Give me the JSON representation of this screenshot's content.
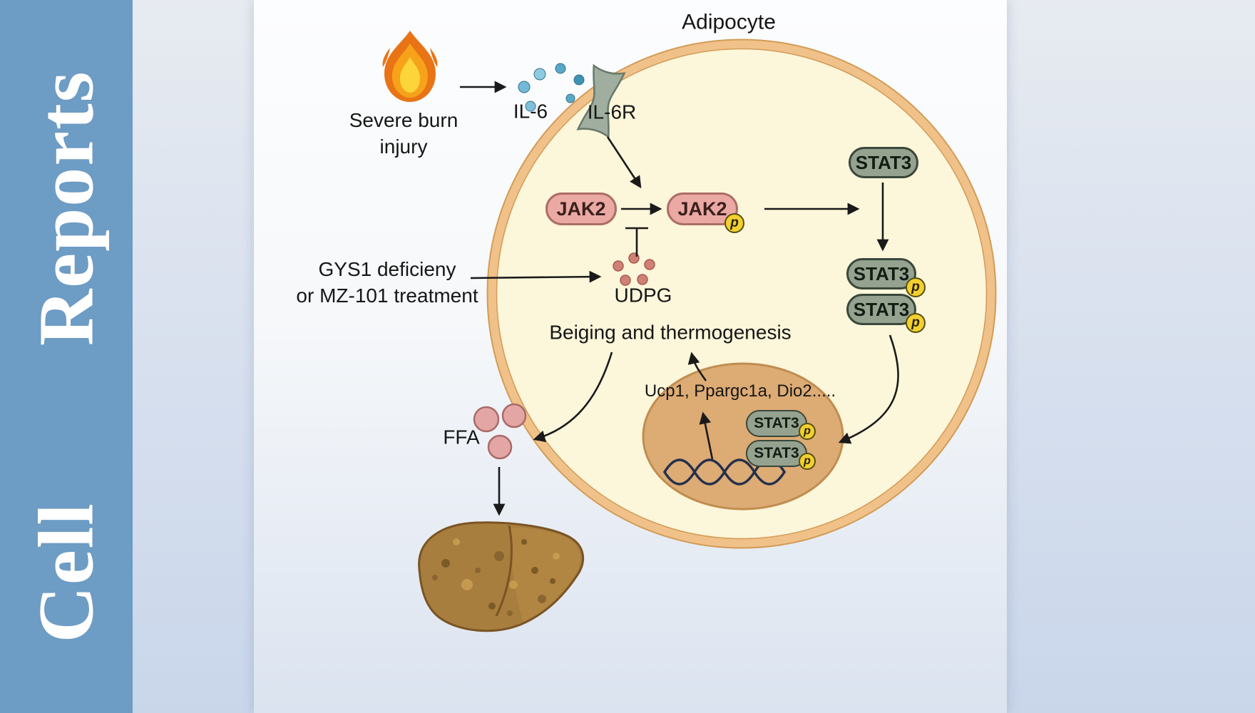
{
  "journal": {
    "name": "Cell  Reports"
  },
  "figure": {
    "cell_label": "Adipocyte",
    "burn": {
      "line1": "Severe burn",
      "line2": "injury"
    },
    "il6": "IL-6",
    "il6r": "IL-6R",
    "jak2": "JAK2",
    "stat3": "STAT3",
    "phospho": "p",
    "gys1": {
      "line1": "GYS1 deficieny",
      "line2": "or MZ-101 treatment"
    },
    "udpg": "UDPG",
    "beiging": "Beiging and thermogenesis",
    "genes": "Ucp1, Ppargc1a, Dio2.....",
    "ffa": "FFA"
  },
  "colors": {
    "sidebar_blue": "#6d9cc4",
    "cell_fill": "#fcf6da",
    "cell_membrane": "#f0c189",
    "nucleus_fill": "#ddab74",
    "jak2_pink": "#eba9a4",
    "stat3_green": "#95a290",
    "phospho_yellow": "#f3d02f",
    "il6_blue": "#74b9d8",
    "udpg_red": "#d08176",
    "ffa_pink": "#e3a6a4",
    "liver_brown": "#a87e3e",
    "flame_orange": "#f7a21b"
  }
}
